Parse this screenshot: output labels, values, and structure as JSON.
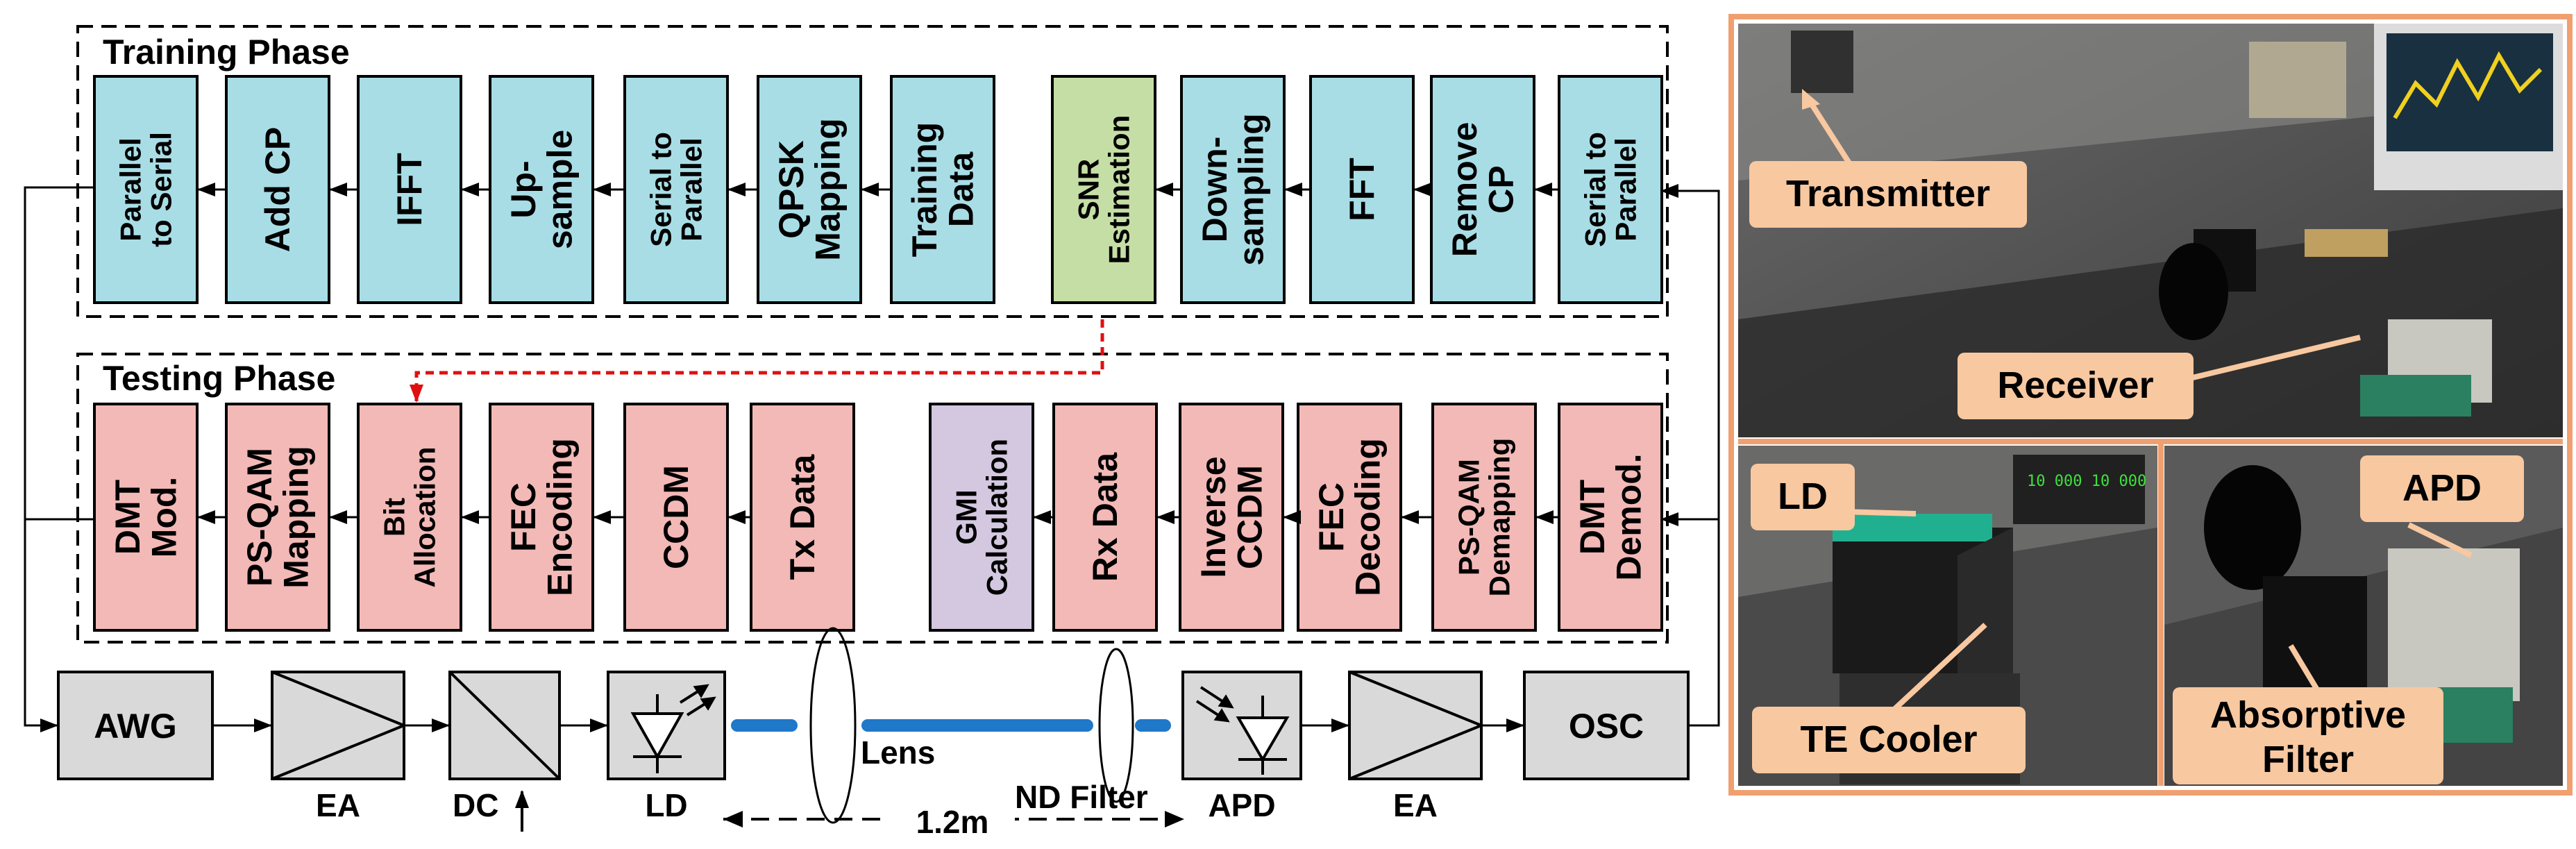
{
  "training": {
    "title": "Training Phase",
    "tx_blocks": [
      {
        "l1": "Parallel",
        "l2": "to Serial"
      },
      {
        "l1": "Add CP",
        "l2": ""
      },
      {
        "l1": "IFFT",
        "l2": ""
      },
      {
        "l1": "Up-",
        "l2": "sample"
      },
      {
        "l1": "Serial to",
        "l2": "Parallel"
      },
      {
        "l1": "QPSK",
        "l2": "Mapping"
      },
      {
        "l1": "Training",
        "l2": "Data"
      }
    ],
    "snr_block": {
      "l1": "SNR",
      "l2": "Estimation"
    },
    "rx_blocks": [
      {
        "l1": "Down-",
        "l2": "sampling"
      },
      {
        "l1": "FFT",
        "l2": ""
      },
      {
        "l1": "Remove",
        "l2": "CP"
      },
      {
        "l1": "Serial to",
        "l2": "Parallel"
      }
    ]
  },
  "testing": {
    "title": "Testing Phase",
    "tx_blocks": [
      {
        "l1": "DMT",
        "l2": "Mod."
      },
      {
        "l1": "PS-QAM",
        "l2": "Mapping"
      },
      {
        "l1": "Bit",
        "l2": "Allocation"
      },
      {
        "l1": "FEC",
        "l2": "Encoding"
      },
      {
        "l1": "CCDM",
        "l2": ""
      },
      {
        "l1": "Tx Data",
        "l2": ""
      }
    ],
    "gmi_block": {
      "l1": "GMI",
      "l2": "Calculation"
    },
    "rx_blocks": [
      {
        "l1": "Rx Data",
        "l2": ""
      },
      {
        "l1": "Inverse",
        "l2": "CCDM"
      },
      {
        "l1": "FEC",
        "l2": "Decoding"
      },
      {
        "l1": "PS-QAM",
        "l2": "Demapping"
      },
      {
        "l1": "DMT",
        "l2": "Demod."
      }
    ]
  },
  "hardware": {
    "awg": "AWG",
    "ea1": "EA",
    "dc": "DC",
    "ld": "LD",
    "lens": "Lens",
    "nd_filter": "ND Filter",
    "distance": "1.2m",
    "apd": "APD",
    "ea2": "EA",
    "osc": "OSC"
  },
  "photos": {
    "transmitter": "Transmitter",
    "receiver": "Receiver",
    "ld": "LD",
    "te_cooler": "TE Cooler",
    "apd": "APD",
    "absorptive_filter_l1": "Absorptive",
    "absorptive_filter_l2": "Filter"
  },
  "colors": {
    "dsp_block": "#a8dde6",
    "snr_block": "#c5dea5",
    "test_block": "#f2b9b6",
    "gmi_block": "#d3c8e0",
    "hw_block": "#d9d9d9",
    "photo_label": "#f8c8a0",
    "photo_border": "#f0a070",
    "beam": "#1f78c8",
    "feedback": "#e01010"
  }
}
